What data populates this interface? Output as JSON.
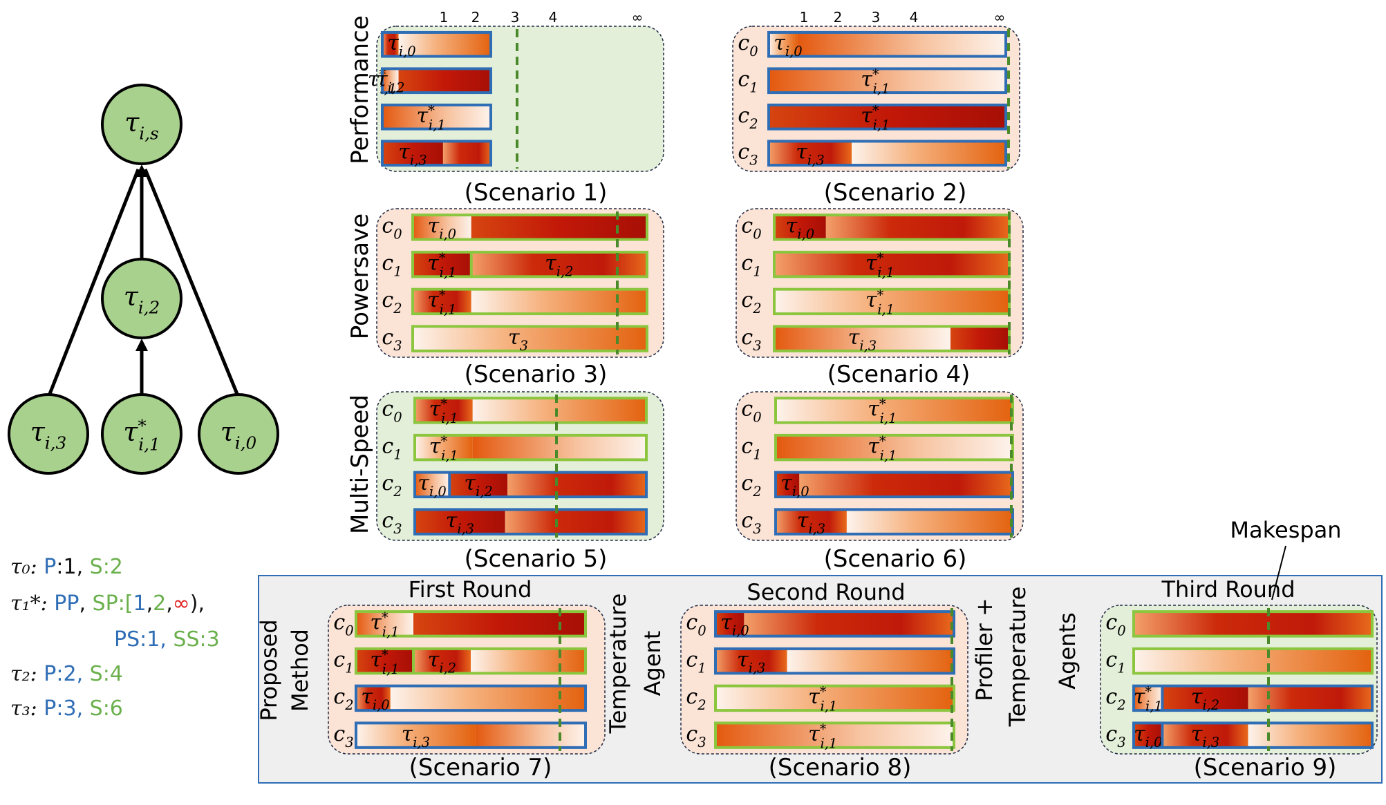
{
  "dag": {
    "nodes": [
      {
        "id": "s",
        "sym": "τ",
        "sub": "i,s"
      },
      {
        "id": "2",
        "sym": "τ",
        "sub": "i,2"
      },
      {
        "id": "3",
        "sym": "τ",
        "sub": "i,3"
      },
      {
        "id": "1",
        "sym": "τ",
        "sub": "i,1",
        "sup": "*"
      },
      {
        "id": "0",
        "sym": "τ",
        "sub": "i,0"
      }
    ]
  },
  "legend": [
    {
      "task": "τ₀",
      "parts": [
        [
          "P",
          "#2f6db5"
        ],
        [
          ":1, ",
          "#111"
        ],
        [
          "S",
          "#6ab04c"
        ],
        [
          ":2",
          "#6ab04c"
        ]
      ]
    },
    {
      "task": "τ₁*",
      "parts": [
        [
          "PP",
          "#2f6db5"
        ],
        [
          ", ",
          "#111"
        ],
        [
          "SP",
          "#6ab04c"
        ],
        [
          ":[",
          "#6ab04c"
        ],
        [
          "1",
          "#2f6db5"
        ],
        [
          ",",
          "#111"
        ],
        [
          "2",
          "#6ab04c"
        ],
        [
          ",",
          "#111"
        ],
        [
          "∞",
          "#e02020"
        ],
        [
          "),",
          "#111"
        ]
      ]
    },
    {
      "task": "",
      "parts": [
        [
          "PS",
          "#2f6db5"
        ],
        [
          ":1, ",
          "#2f6db5"
        ],
        [
          "SS",
          "#6ab04c"
        ],
        [
          ":3",
          "#6ab04c"
        ]
      ]
    },
    {
      "task": "τ₂",
      "parts": [
        [
          "P",
          "#2f6db5"
        ],
        [
          ":2, ",
          "#2f6db5"
        ],
        [
          "S",
          "#6ab04c"
        ],
        [
          ":4",
          "#6ab04c"
        ]
      ]
    },
    {
      "task": "τ₃",
      "parts": [
        [
          "P",
          "#2f6db5"
        ],
        [
          ":3, ",
          "#2f6db5"
        ],
        [
          "S",
          "#6ab04c"
        ],
        [
          ":6",
          "#6ab04c"
        ]
      ]
    }
  ],
  "axis_ticks": [
    "1",
    "2",
    "3",
    "4",
    "∞"
  ],
  "row_labels": [
    "Performance",
    "Powersave",
    "Multi-Speed"
  ],
  "scenarios": [
    {
      "caption": "(Scenario 1)",
      "bg": "#e4efd9",
      "cores": [
        {
          "label": "c0",
          "frame": "#2f6db5",
          "tasks": [
            {
              "name": "τi,0"
            }
          ]
        },
        {
          "label": "c1",
          "frame": "#2f6db5",
          "tasks": [
            {
              "name": "τ*i,1"
            },
            {
              "name": "τi,2"
            }
          ]
        },
        {
          "label": "c2",
          "frame": "#2f6db5",
          "tasks": [
            {
              "name": "τ*i,1"
            }
          ]
        },
        {
          "label": "c3",
          "frame": "#2f6db5",
          "tasks": [
            {
              "name": "τi,3"
            }
          ]
        }
      ]
    },
    {
      "caption": "(Scenario 2)",
      "bg": "#fbe3d6",
      "cores": [
        {
          "label": "c0",
          "frame": "#2f6db5",
          "tasks": [
            {
              "name": "τi,0"
            }
          ]
        },
        {
          "label": "c1",
          "frame": "#2f6db5",
          "tasks": [
            {
              "name": "τ*i,1"
            }
          ]
        },
        {
          "label": "c2",
          "frame": "#2f6db5",
          "tasks": [
            {
              "name": "τ*i,1"
            }
          ]
        },
        {
          "label": "c3",
          "frame": "#2f6db5",
          "tasks": [
            {
              "name": "τi,3"
            }
          ]
        }
      ]
    },
    {
      "caption": "(Scenario 3)",
      "bg": "#fbe3d6",
      "cores": [
        {
          "label": "c0",
          "frame": "#8cc63f",
          "tasks": [
            {
              "name": "τi,0"
            }
          ]
        },
        {
          "label": "c1",
          "frame": "#8cc63f",
          "tasks": [
            {
              "name": "τ*i,1"
            },
            {
              "name": "τi,2"
            }
          ]
        },
        {
          "label": "c2",
          "frame": "#8cc63f",
          "tasks": [
            {
              "name": "τ*i,1"
            }
          ]
        },
        {
          "label": "c3",
          "frame": "#8cc63f",
          "tasks": [
            {
              "name": "τ3"
            }
          ]
        }
      ]
    },
    {
      "caption": "(Scenario 4)",
      "bg": "#fbe3d6",
      "cores": [
        {
          "label": "c0",
          "frame": "#8cc63f",
          "tasks": [
            {
              "name": "τi,0"
            }
          ]
        },
        {
          "label": "c1",
          "frame": "#8cc63f",
          "tasks": [
            {
              "name": "τ*i,1"
            }
          ]
        },
        {
          "label": "c2",
          "frame": "#8cc63f",
          "tasks": [
            {
              "name": "τ*i,1"
            }
          ]
        },
        {
          "label": "c3",
          "frame": "#8cc63f",
          "tasks": [
            {
              "name": "τi,3"
            }
          ]
        }
      ]
    },
    {
      "caption": "(Scenario 5)",
      "bg": "#e4efd9",
      "cores": [
        {
          "label": "c0",
          "frame": "#8cc63f",
          "tasks": [
            {
              "name": "τ*i,1"
            }
          ]
        },
        {
          "label": "c1",
          "frame": "#8cc63f",
          "tasks": [
            {
              "name": "τ*i,1"
            }
          ]
        },
        {
          "label": "c2",
          "frame": "#2f6db5",
          "tasks": [
            {
              "name": "τi,0"
            },
            {
              "name": "τi,2"
            }
          ]
        },
        {
          "label": "c3",
          "frame": "#2f6db5",
          "tasks": [
            {
              "name": "τi,3"
            }
          ]
        }
      ]
    },
    {
      "caption": "(Scenario 6)",
      "bg": "#fbe3d6",
      "cores": [
        {
          "label": "c0",
          "frame": "#8cc63f",
          "tasks": [
            {
              "name": "τ*i,1"
            }
          ]
        },
        {
          "label": "c1",
          "frame": "#8cc63f",
          "tasks": [
            {
              "name": "τ*i,1"
            }
          ]
        },
        {
          "label": "c2",
          "frame": "#2f6db5",
          "tasks": [
            {
              "name": "τi,0"
            }
          ]
        },
        {
          "label": "c3",
          "frame": "#2f6db5",
          "tasks": [
            {
              "name": "τi,3"
            }
          ]
        }
      ]
    },
    {
      "caption": "(Scenario 7)",
      "bg": "#fbe3d6",
      "cores": [
        {
          "label": "c0",
          "frame": "#8cc63f",
          "tasks": [
            {
              "name": "τ*i,1"
            }
          ]
        },
        {
          "label": "c1",
          "frame": "#8cc63f",
          "tasks": [
            {
              "name": "τ*i,1"
            },
            {
              "name": "τi,2"
            }
          ]
        },
        {
          "label": "c2",
          "frame": "#2f6db5",
          "tasks": [
            {
              "name": "τi,0"
            }
          ]
        },
        {
          "label": "c3",
          "frame": "#2f6db5",
          "tasks": [
            {
              "name": "τi,3"
            }
          ]
        }
      ]
    },
    {
      "caption": "(Scenario 8)",
      "bg": "#fbe3d6",
      "cores": [
        {
          "label": "c0",
          "frame": "#2f6db5",
          "tasks": [
            {
              "name": "τi,0"
            }
          ]
        },
        {
          "label": "c1",
          "frame": "#2f6db5",
          "tasks": [
            {
              "name": "τi,3"
            }
          ]
        },
        {
          "label": "c2",
          "frame": "#8cc63f",
          "tasks": [
            {
              "name": "τ*i,1"
            }
          ]
        },
        {
          "label": "c3",
          "frame": "#8cc63f",
          "tasks": [
            {
              "name": "τ*i,1"
            }
          ]
        }
      ]
    },
    {
      "caption": "(Scenario 9)",
      "bg": "#e4efd9",
      "cores": [
        {
          "label": "c0",
          "frame": "#8cc63f",
          "tasks": []
        },
        {
          "label": "c1",
          "frame": "#8cc63f",
          "tasks": []
        },
        {
          "label": "c2",
          "frame": "#2f6db5",
          "tasks": [
            {
              "name": "τ*i,1"
            },
            {
              "name": "τi,2"
            }
          ]
        },
        {
          "label": "c3",
          "frame": "#2f6db5",
          "tasks": [
            {
              "name": "τi,0"
            },
            {
              "name": "τi,3"
            }
          ]
        }
      ]
    }
  ],
  "bottom": {
    "rounds": [
      "First Round",
      "Second Round",
      "Third Round"
    ],
    "side_labels": [
      "Proposed",
      "Method",
      "Temperature",
      "Agent",
      "Profiler +",
      "Temperature",
      "Agents"
    ],
    "makespan": "Makespan"
  },
  "colors": {
    "blue_frame": "#2f6db5",
    "green_frame": "#8cc63f",
    "makespan_line": "#4a8a2a",
    "bottom_panel": "#efefef",
    "panel_border": "#2f6db5"
  }
}
